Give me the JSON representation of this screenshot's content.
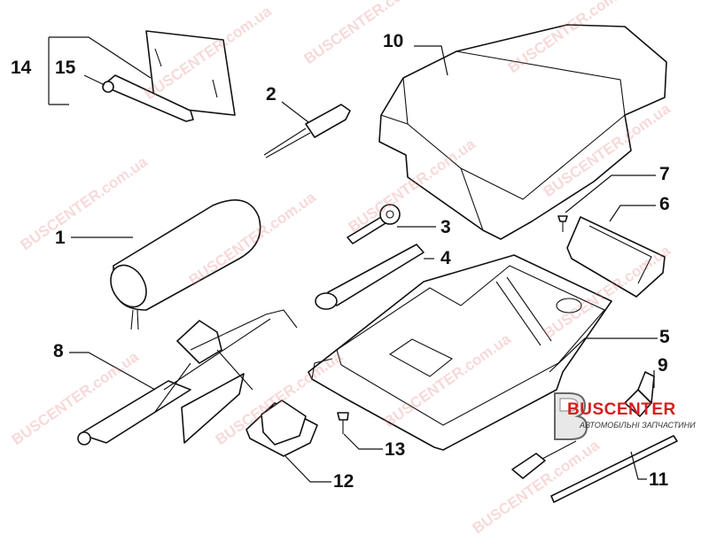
{
  "diagram": {
    "callouts": [
      "1",
      "2",
      "3",
      "4",
      "5",
      "6",
      "7",
      "8",
      "9",
      "10",
      "11",
      "12",
      "13",
      "14",
      "15"
    ]
  },
  "watermark": {
    "text": "BUSCENTER.com.ua",
    "color": "#e07878"
  },
  "logo": {
    "name": "BUSCENTER",
    "subtitle": "АВТОМОБІЛЬНІ ЗАПЧАСТИНИ",
    "accent_color": "#d42020"
  }
}
